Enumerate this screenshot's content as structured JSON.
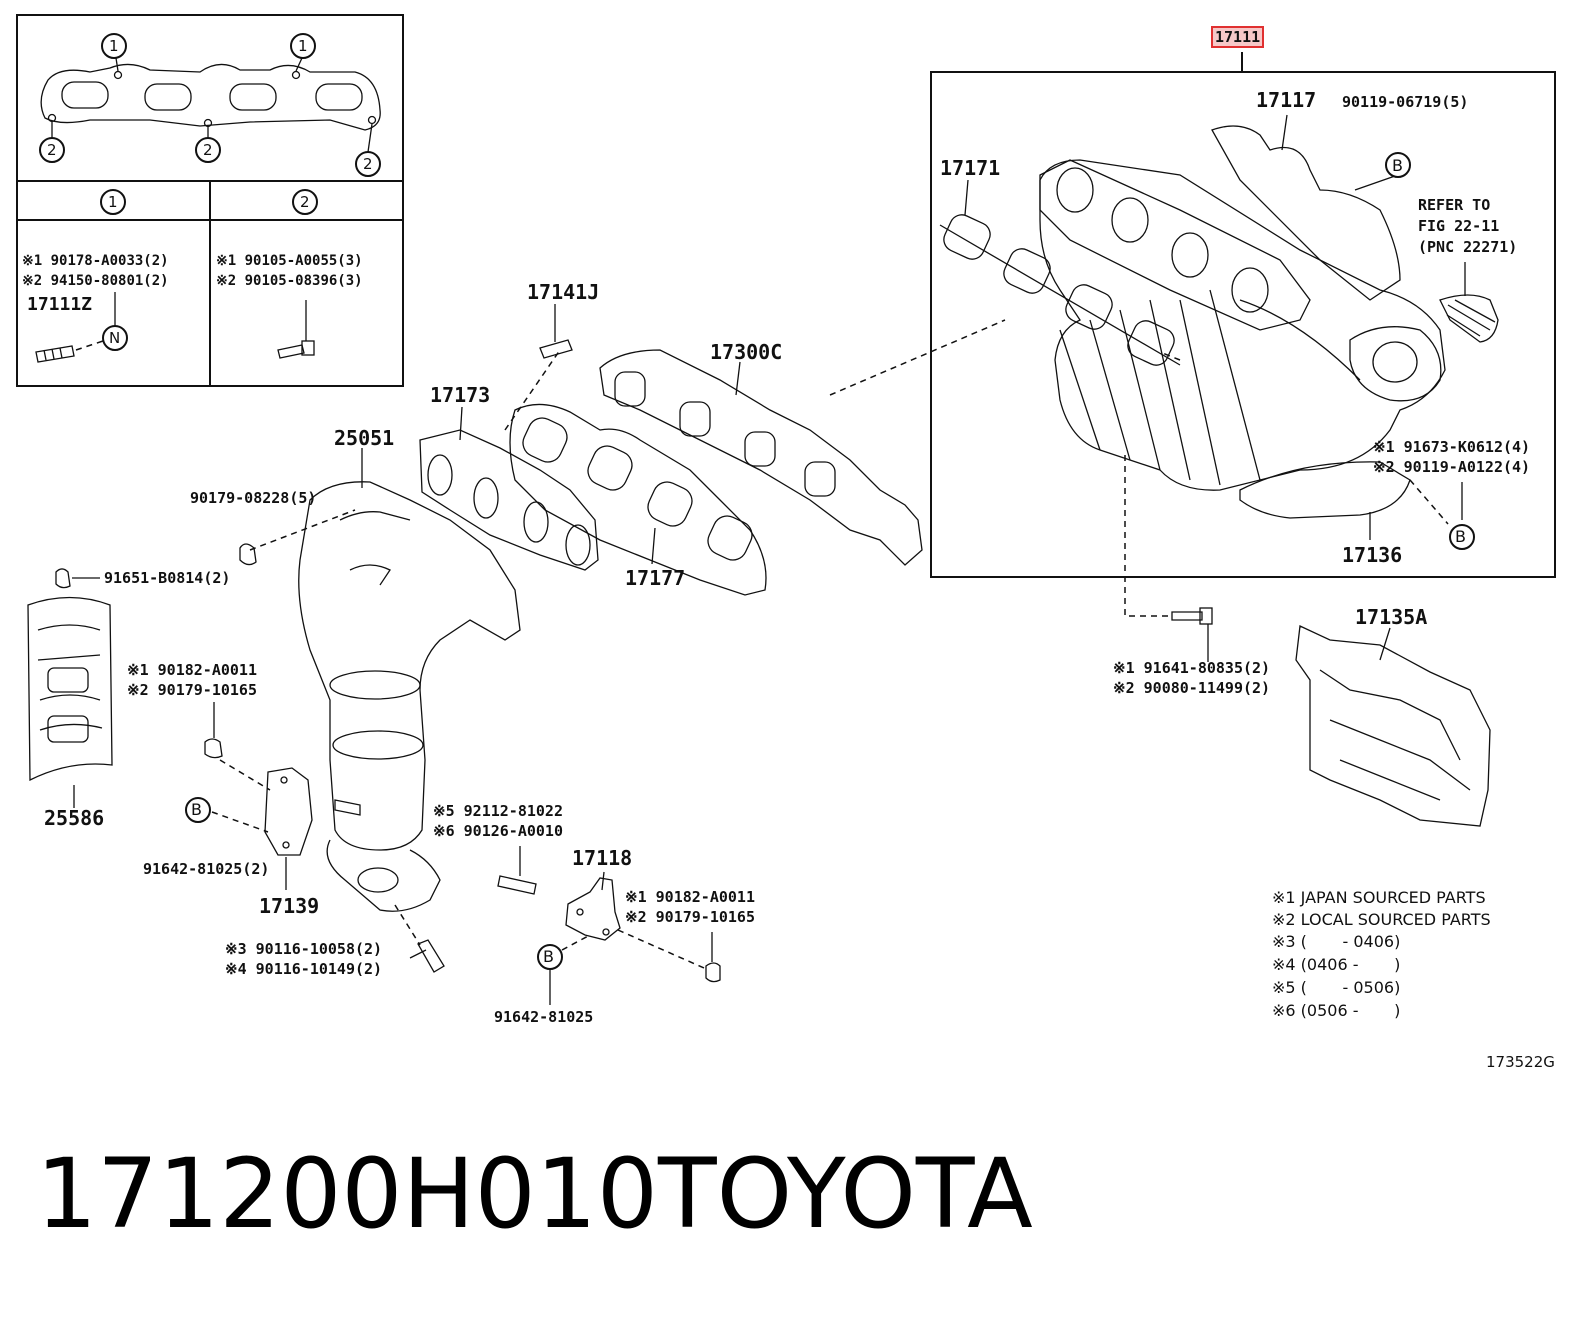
{
  "callouts": {
    "p17111": "17111",
    "p17117": "17117",
    "p90119_06719": "90119-06719(5)",
    "p17171": "17171",
    "refer_line1": "REFER TO",
    "refer_line2": "FIG 22-11",
    "refer_line3": "(PNC 22271)",
    "p17141J": "17141J",
    "p17300C": "17300C",
    "p17173": "17173",
    "p25051": "25051",
    "p90179_08228": "90179-08228(5)",
    "p91651": "91651-B0814(2)",
    "p25586": "25586",
    "r1_90182": "※1 90182-A0011",
    "r2_90179": "※2 90179-10165",
    "p17177": "17177",
    "p91642_2": "91642-81025(2)",
    "p17139": "17139",
    "r5": "※5 92112-81022",
    "r6": "※6 90126-A0010",
    "p17118": "17118",
    "r1_90182b": "※1 90182-A0011",
    "r2_90179b": "※2 90179-10165",
    "r3": "※3 90116-10058(2)",
    "r4": "※4 90116-10149(2)",
    "p91642": "91642-81025",
    "r1_91673": "※1 91673-K0612(4)",
    "r2_90119": "※2 90119-A0122(4)",
    "p17136": "17136",
    "p17135A": "17135A",
    "r1_91641": "※1 91641-80835(2)",
    "r2_90080": "※2 90080-11499(2)"
  },
  "inset": {
    "col1_marker": "1",
    "col2_marker": "2",
    "col1_line1": "※1 90178-A0033(2)",
    "col1_line2": "※2 94150-80801(2)",
    "col1_part": "17111Z",
    "col1_marker_n": "N",
    "col2_line1": "※1 90105-A0055(3)",
    "col2_line2": "※2 90105-08396(3)"
  },
  "markers": {
    "b": "B"
  },
  "legend": [
    "※1 JAPAN SOURCED PARTS",
    "※2 LOCAL SOURCED PARTS",
    "※3 (       - 0406)",
    "※4 (0406 -       )",
    "※5 (       - 0506)",
    "※6 (0506 -       )"
  ],
  "figure_id": "173522G",
  "title": {
    "part_number": "171200H010",
    "brand": "TOYOTA"
  },
  "colors": {
    "highlight_border": "#e03030",
    "highlight_fill": "#f6c8c8",
    "ink": "#111111"
  }
}
